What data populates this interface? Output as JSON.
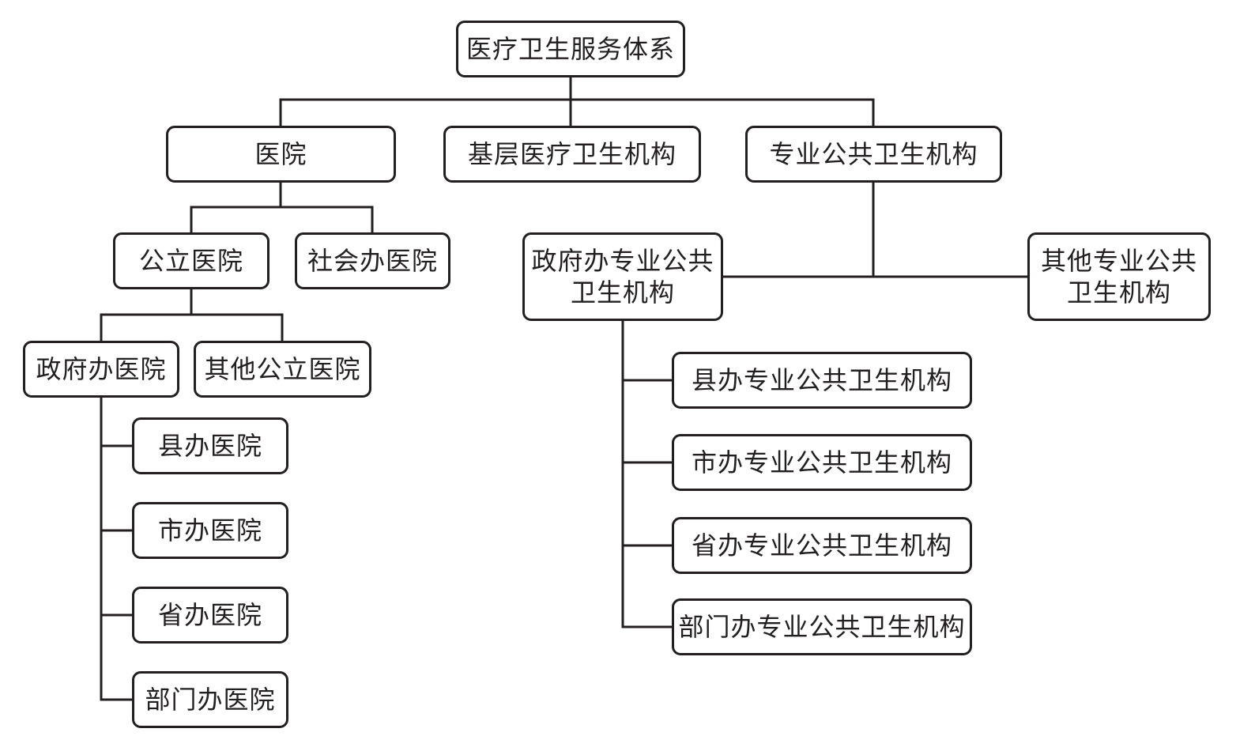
{
  "nodes": {
    "root": "医疗卫生服务体系",
    "hospital": "医院",
    "basic": "基层医疗卫生机构",
    "public_health": "专业公共卫生机构",
    "public_hospital": "公立医院",
    "social_hospital": "社会办医院",
    "gov_hospital": "政府办医院",
    "other_public_hospital": "其他公立医院",
    "county_hospital": "县办医院",
    "city_hospital": "市办医院",
    "province_hospital": "省办医院",
    "dept_hospital": "部门办医院",
    "gov_public_health": "政府办专业公共\n卫生机构",
    "other_public_health": "其他专业公共\n卫生机构",
    "county_public_health": "县办专业公共卫生机构",
    "city_public_health": "市办专业公共卫生机构",
    "province_public_health": "省办专业公共卫生机构",
    "dept_public_health": "部门办专业公共卫生机构"
  }
}
